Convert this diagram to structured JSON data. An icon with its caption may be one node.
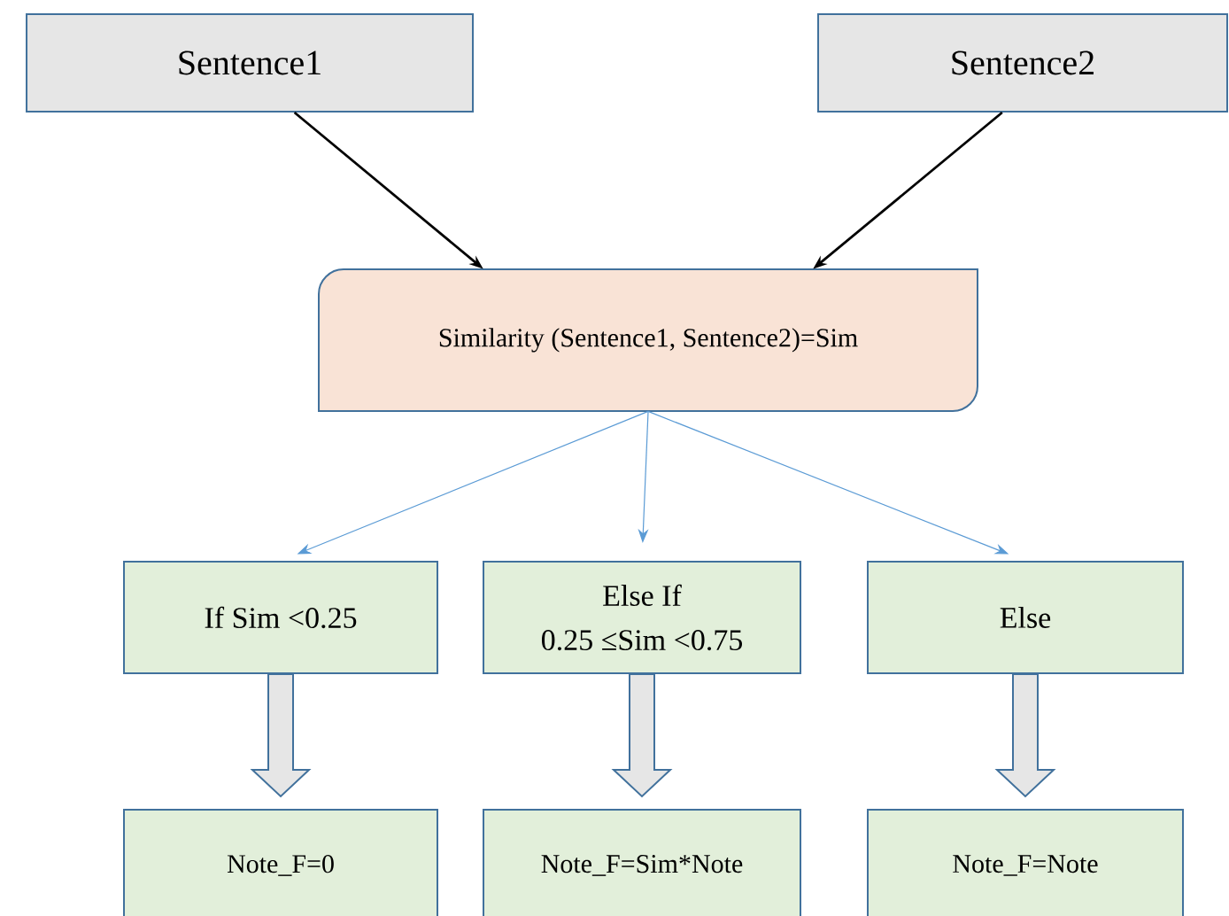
{
  "diagram": {
    "nodes": [
      {
        "text": [
          "Sentence1"
        ]
      },
      {
        "text": [
          "Sentence2"
        ]
      },
      {
        "text": [
          "Similarity (Sentence1, Sentence2)=Sim"
        ]
      },
      {
        "text": [
          "If Sim <0.25"
        ]
      },
      {
        "text": [
          "Else If",
          "0.25 ≤Sim <0.75"
        ]
      },
      {
        "text": [
          "Else"
        ]
      },
      {
        "text": [
          "Note_F=0"
        ]
      },
      {
        "text": [
          "Note_F=Sim*Note"
        ]
      },
      {
        "text": [
          "Note_F=Note"
        ]
      }
    ],
    "edges": [
      {
        "from": 0,
        "to": 2,
        "arrow": "to",
        "color": "#000000"
      },
      {
        "from": 1,
        "to": 2,
        "arrow": "to",
        "color": "#000000"
      },
      {
        "from": 2,
        "to": 3,
        "arrow": "to",
        "color": "#5b9bd5"
      },
      {
        "from": 2,
        "to": 4,
        "arrow": "to",
        "color": "#5b9bd5"
      },
      {
        "from": 2,
        "to": 5,
        "arrow": "to",
        "color": "#5b9bd5"
      },
      {
        "from": 3,
        "to": 6,
        "arrow": "to",
        "style": "thick"
      },
      {
        "from": 4,
        "to": 7,
        "arrow": "to",
        "style": "thick"
      },
      {
        "from": 5,
        "to": 8,
        "arrow": "to",
        "style": "thick"
      }
    ]
  }
}
